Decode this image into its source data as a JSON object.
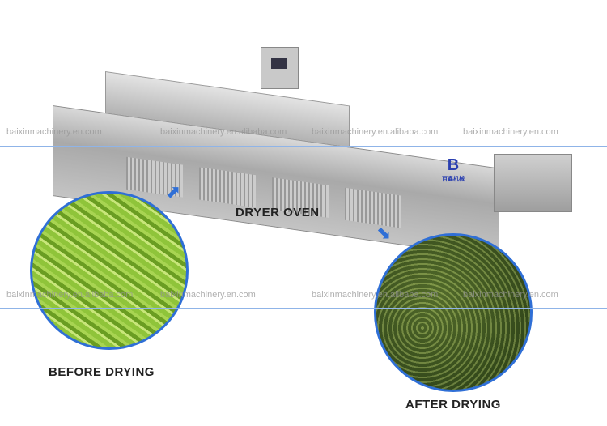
{
  "labels": {
    "dryer": "DRYER OVEN",
    "before": "BEFORE DRYING",
    "after": "AFTER DRYING"
  },
  "watermark": "baixinmachinery.en.alibaba.com",
  "watermark_alt": "baixinmachinery.en.com",
  "logo_text": "百鑫机械",
  "colors": {
    "accent": "#2f6fd6",
    "line": "#8fb4e8"
  }
}
